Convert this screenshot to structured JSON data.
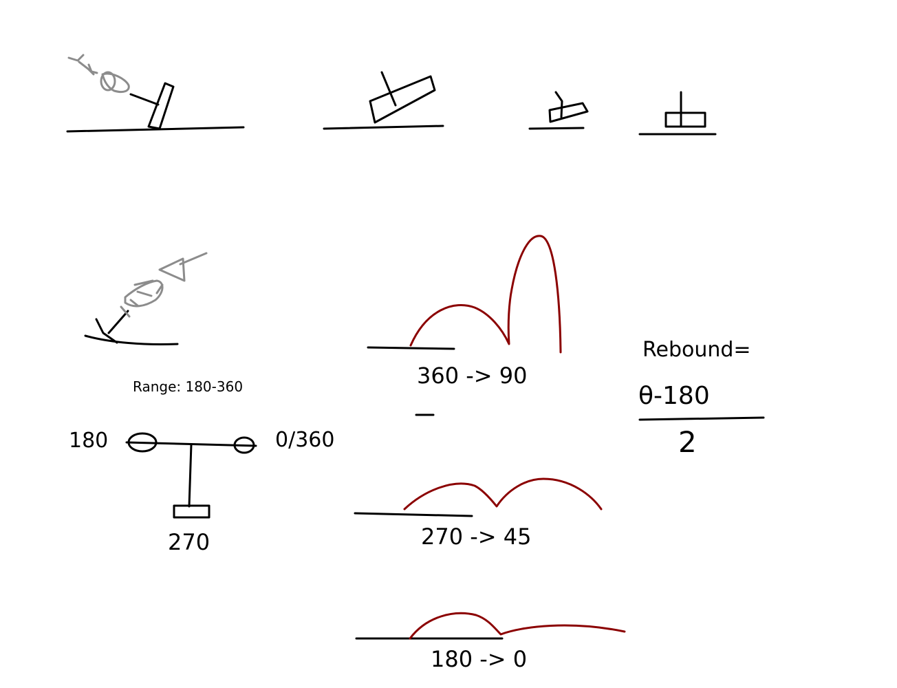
{
  "colors": {
    "ink": "#000000",
    "pencil": "#8c8c8c",
    "trajectory": "#8b0000",
    "background": "#ffffff"
  },
  "labels": {
    "range": "Range: 180-360",
    "angle_180": "180",
    "angle_0_360": "0/360",
    "angle_270": "270",
    "bounce_360": "360 -> 90",
    "bounce_270": "270 -> 45",
    "bounce_180": "180 -> 0",
    "rebound_label": "Rebound=",
    "formula_numerator": "θ-180",
    "formula_denominator": "2"
  }
}
